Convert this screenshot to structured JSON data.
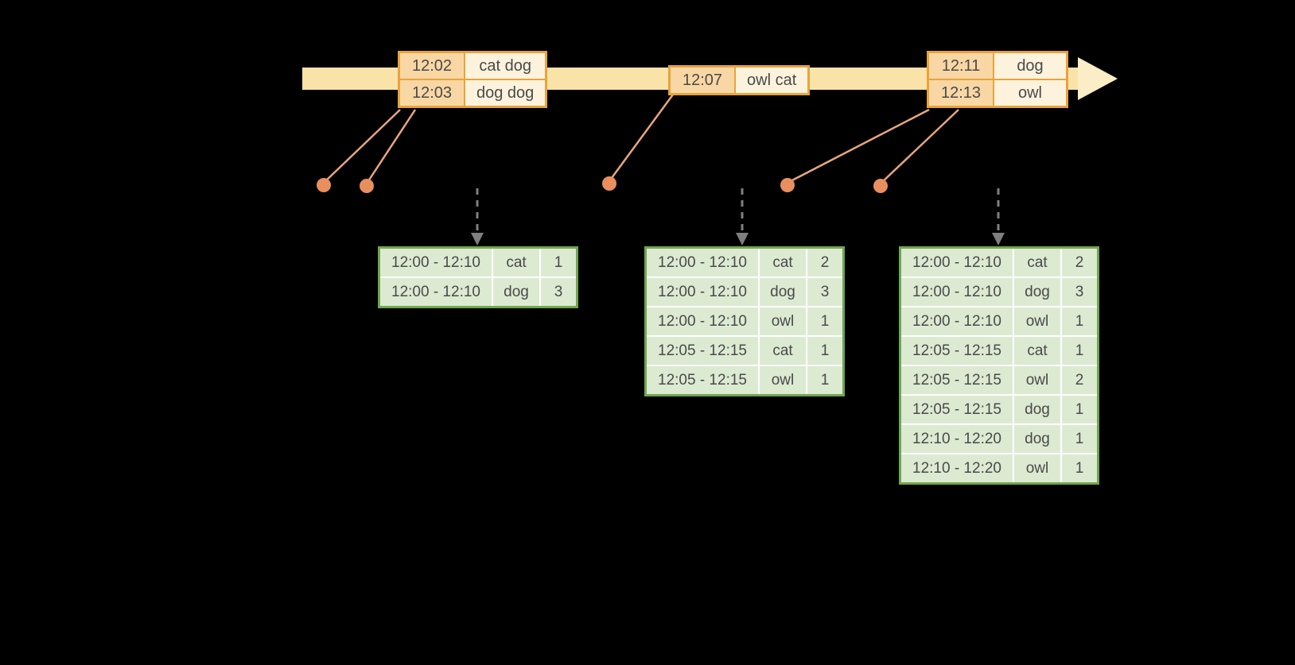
{
  "colors": {
    "background": "#000000",
    "timeline": "#fae3a8",
    "timeline_head": "#fbeec6",
    "orange_border": "#e8a33d",
    "peach": "#f9d7a4",
    "cream": "#fdf3dd",
    "salmon_line": "#eaa57e",
    "dot": "#e98f5f",
    "gray_arrow": "#7f7f7f",
    "green_border": "#70a64f",
    "green_fill": "#dcead2",
    "text": "#4a4a4a"
  },
  "timeline": {
    "event_tables": [
      {
        "rows": [
          [
            "12:02",
            "cat dog"
          ],
          [
            "12:03",
            "dog dog"
          ]
        ]
      },
      {
        "rows": [
          [
            "12:07",
            "owl cat"
          ]
        ]
      },
      {
        "rows": [
          [
            "12:11",
            "dog"
          ],
          [
            "12:13",
            "owl"
          ]
        ]
      }
    ]
  },
  "result_tables": [
    {
      "rows": [
        [
          "12:00 - 12:10",
          "cat",
          "1"
        ],
        [
          "12:00 - 12:10",
          "dog",
          "3"
        ]
      ]
    },
    {
      "rows": [
        [
          "12:00 - 12:10",
          "cat",
          "2"
        ],
        [
          "12:00 - 12:10",
          "dog",
          "3"
        ],
        [
          "12:00 - 12:10",
          "owl",
          "1"
        ],
        [
          "12:05 - 12:15",
          "cat",
          "1"
        ],
        [
          "12:05 - 12:15",
          "owl",
          "1"
        ]
      ]
    },
    {
      "rows": [
        [
          "12:00 - 12:10",
          "cat",
          "2"
        ],
        [
          "12:00 - 12:10",
          "dog",
          "3"
        ],
        [
          "12:00 - 12:10",
          "owl",
          "1"
        ],
        [
          "12:05 - 12:15",
          "cat",
          "1"
        ],
        [
          "12:05 - 12:15",
          "owl",
          "2"
        ],
        [
          "12:05 - 12:15",
          "dog",
          "1"
        ],
        [
          "12:10 - 12:20",
          "dog",
          "1"
        ],
        [
          "12:10 - 12:20",
          "owl",
          "1"
        ]
      ]
    }
  ]
}
